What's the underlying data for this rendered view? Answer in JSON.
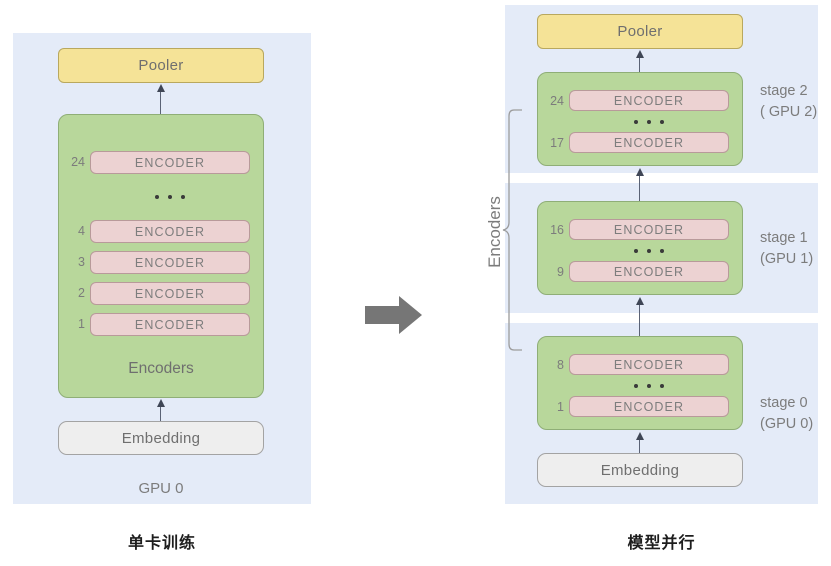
{
  "colors": {
    "panel_bg": "#e4ebf8",
    "pooler_fill": "#f5e397",
    "encoders_group_fill": "#b8d79b",
    "encoder_fill": "#ecd2d2",
    "embedding_fill": "#eeeeee",
    "arrow_gray": "#767676",
    "connector": "#5a6275",
    "text_gray": "#7c7c7c"
  },
  "left_diagram": {
    "caption": "单卡训练",
    "gpu_label": "GPU 0",
    "pooler_label": "Pooler",
    "encoders_group_label": "Encoders",
    "embedding_label": "Embedding",
    "encoder_label": "ENCODER",
    "ellipsis": "• • •",
    "encoder_rows": [
      {
        "index": "24"
      },
      {
        "index": "4"
      },
      {
        "index": "3"
      },
      {
        "index": "2"
      },
      {
        "index": "1"
      }
    ]
  },
  "transform_arrow": {
    "name": "right-block-arrow",
    "direction": "right"
  },
  "right_diagram": {
    "caption": "模型并行",
    "pooler_label": "Pooler",
    "embedding_label": "Embedding",
    "encoder_label": "ENCODER",
    "brace_label": "Encoders",
    "ellipsis": "• • •",
    "stages": [
      {
        "id": "stage-2",
        "stage_line1": "stage 2",
        "stage_line2": "( GPU 2)",
        "top_index": "24",
        "bottom_index": "17"
      },
      {
        "id": "stage-1",
        "stage_line1": "stage 1",
        "stage_line2": "(GPU 1)",
        "top_index": "16",
        "bottom_index": "9"
      },
      {
        "id": "stage-0",
        "stage_line1": "stage 0",
        "stage_line2": "(GPU 0)",
        "top_index": "8",
        "bottom_index": "1"
      }
    ]
  }
}
